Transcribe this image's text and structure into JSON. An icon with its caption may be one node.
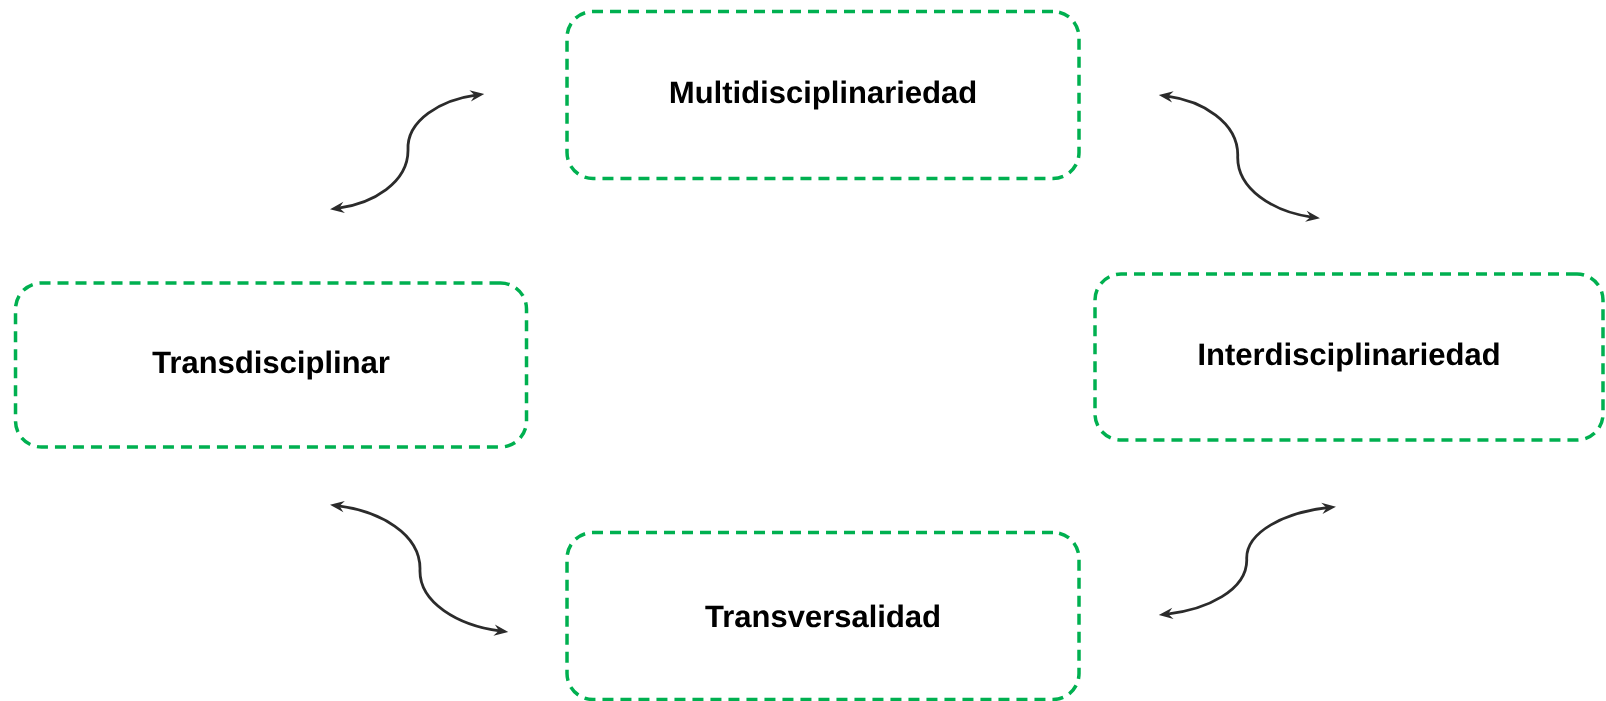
{
  "diagram": {
    "nodes": [
      {
        "text": [
          "Multidisciplinariedad"
        ]
      },
      {
        "text": [
          "Transdisciplinar"
        ]
      },
      {
        "text": [
          "Interdisciplinariedad"
        ]
      },
      {
        "text": [
          "Transversalidad"
        ]
      }
    ],
    "edges": [
      {
        "from": 1,
        "to": 0,
        "arrow": "both"
      },
      {
        "from": 0,
        "to": 2,
        "arrow": "both"
      },
      {
        "from": 1,
        "to": 3,
        "arrow": "both"
      },
      {
        "from": 3,
        "to": 2,
        "arrow": "both"
      }
    ]
  }
}
